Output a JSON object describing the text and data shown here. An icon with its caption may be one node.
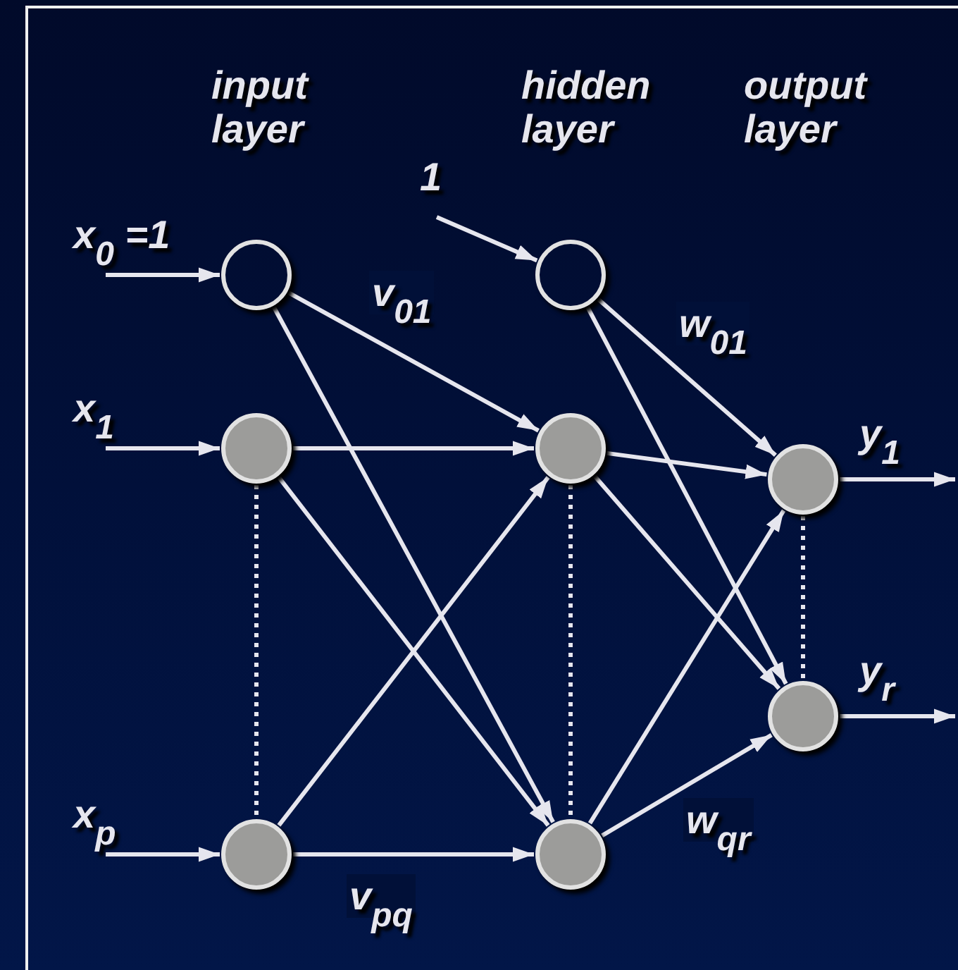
{
  "diagram": {
    "nodes": [
      {
        "text": [],
        "shape": "circle"
      },
      {
        "text": [],
        "shape": "disk"
      },
      {
        "text": [],
        "shape": "disk"
      },
      {
        "text": [],
        "shape": "circle"
      },
      {
        "text": [],
        "shape": "disk"
      },
      {
        "text": [],
        "shape": "disk"
      },
      {
        "text": [],
        "shape": "disk",
        "beside": [
          "y$_{1}$"
        ]
      },
      {
        "text": [],
        "shape": "disk",
        "beside": [
          "y$_{r}$"
        ]
      },
      {
        "text": [
          "x$_{0}$ =1"
        ]
      },
      {
        "text": [
          "x$_{1}$"
        ]
      },
      {
        "text": [
          "x$_{p}$"
        ]
      },
      {
        "text": [
          "1"
        ]
      }
    ],
    "edges": [
      {
        "from": 8,
        "to": 0,
        "arrow": "to"
      },
      {
        "from": 9,
        "to": 1,
        "arrow": "to"
      },
      {
        "from": 10,
        "to": 2,
        "arrow": "to"
      },
      {
        "from": 11,
        "to": 3,
        "arrow": "to"
      },
      {
        "from": 0,
        "to": 4,
        "arrow": "to",
        "label": "v$_{01}$"
      },
      {
        "from": 0,
        "to": 5,
        "arrow": "to"
      },
      {
        "from": 1,
        "to": 4,
        "arrow": "to"
      },
      {
        "from": 1,
        "to": 5,
        "arrow": "to"
      },
      {
        "from": 2,
        "to": 4,
        "arrow": "to"
      },
      {
        "from": 2,
        "to": 5,
        "arrow": "to",
        "label": "v$_{pq}$"
      },
      {
        "from": 3,
        "to": 6,
        "arrow": "to",
        "label": "w$_{01}$"
      },
      {
        "from": 3,
        "to": 7,
        "arrow": "to"
      },
      {
        "from": 4,
        "to": 6,
        "arrow": "to"
      },
      {
        "from": 4,
        "to": 7,
        "arrow": "to"
      },
      {
        "from": 5,
        "to": 6,
        "arrow": "to"
      },
      {
        "from": 5,
        "to": 7,
        "arrow": "to",
        "label": "w$_{qr}$"
      },
      {
        "from": 6,
        "to": null,
        "arrow": "to"
      },
      {
        "from": 7,
        "to": null,
        "arrow": "to"
      },
      {
        "from": 1,
        "to": 2,
        "arrow": "none",
        "style": "dashed"
      },
      {
        "from": 4,
        "to": 5,
        "arrow": "none",
        "style": "dashed"
      },
      {
        "from": 6,
        "to": 7,
        "arrow": "none",
        "style": "dashed"
      }
    ],
    "labels": [
      "input layer",
      "hidden layer",
      "output layer"
    ]
  }
}
